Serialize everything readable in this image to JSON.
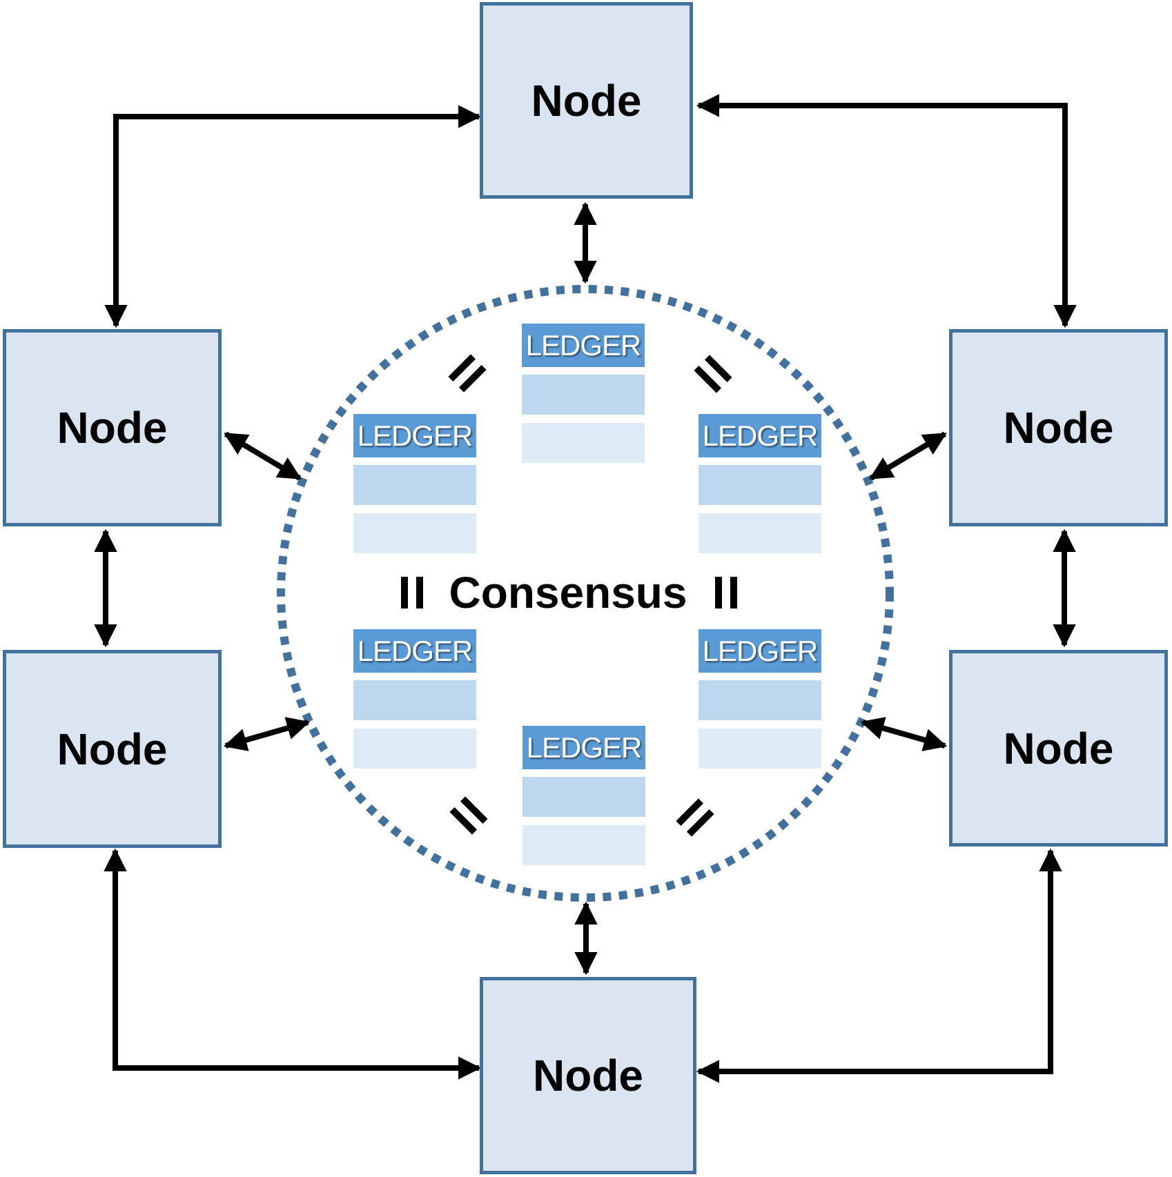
{
  "labels": {
    "consensus": "Consensus"
  },
  "nodes": [
    {
      "position": "top",
      "label": "Node"
    },
    {
      "position": "left-upper",
      "label": "Node"
    },
    {
      "position": "left-lower",
      "label": "Node"
    },
    {
      "position": "right-upper",
      "label": "Node"
    },
    {
      "position": "right-lower",
      "label": "Node"
    },
    {
      "position": "bottom",
      "label": "Node"
    }
  ],
  "ledgers": [
    {
      "position": "top",
      "label": "LEDGER",
      "blank_rows": 2
    },
    {
      "position": "left",
      "label": "LEDGER",
      "blank_rows": 2
    },
    {
      "position": "right",
      "label": "LEDGER",
      "blank_rows": 2
    },
    {
      "position": "bottom-left",
      "label": "LEDGER",
      "blank_rows": 2
    },
    {
      "position": "bottom-right",
      "label": "LEDGER",
      "blank_rows": 2
    },
    {
      "position": "bottom",
      "label": "LEDGER",
      "blank_rows": 2
    }
  ],
  "icons": {
    "equals_mark": "=",
    "equals_mark_count": 6,
    "double_headed_arrow": "↔",
    "dotted_circle": "consensus-ring"
  },
  "colors": {
    "node_fill": "#DBE5F1",
    "node_border": "#41719C",
    "ledger_header": "#5B9BD5",
    "ledger_row_mid": "#BDD7EE",
    "ledger_row_light": "#DEEAF6",
    "ledger_text": "#FFFFFF",
    "circle_dotted": "#41719C",
    "arrow": "#000000",
    "label_text": "#000000"
  }
}
